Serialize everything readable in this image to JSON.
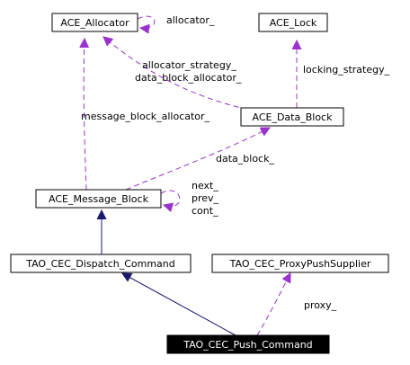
{
  "nodes": {
    "ace_allocator": "ACE_Allocator",
    "ace_lock": "ACE_Lock",
    "ace_data_block": "ACE_Data_Block",
    "ace_message_block": "ACE_Message_Block",
    "dispatch_command": "TAO_CEC_Dispatch_Command",
    "proxy_push_supplier": "TAO_CEC_ProxyPushSupplier",
    "push_command": "TAO_CEC_Push_Command"
  },
  "edge_labels": {
    "allocator": "allocator_",
    "allocator_strategy": "allocator_strategy_",
    "data_block_allocator": "data_block_allocator_",
    "locking_strategy": "locking_strategy_",
    "message_block_allocator": "message_block_allocator_",
    "data_block": "data_block_",
    "next": "next_",
    "prev": "prev_",
    "cont": "cont_",
    "proxy": "proxy_"
  },
  "colors": {
    "inheritance_edge": "#191970",
    "usage_edge": "#9a32cd",
    "current_node_fill": "#000000"
  }
}
